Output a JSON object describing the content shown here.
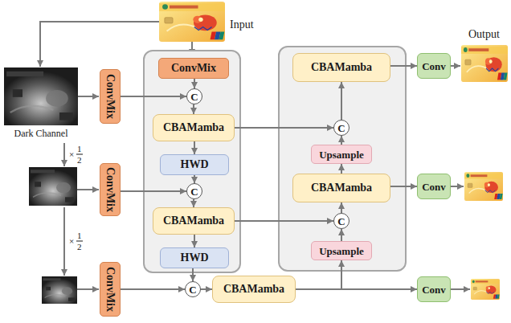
{
  "diagram": {
    "nodes": [
      {
        "text": []
      },
      {
        "text": [
          "ConvMix"
        ],
        "in": 0
      },
      {
        "text": [
          "C"
        ],
        "in": 0
      },
      {
        "text": [
          "CBAMamba"
        ],
        "in": 0
      },
      {
        "text": [
          "HWD"
        ],
        "in": 0
      },
      {
        "text": [
          "C"
        ],
        "in": 0
      },
      {
        "text": [
          "CBAMamba"
        ],
        "in": 0
      },
      {
        "text": [
          "HWD"
        ],
        "in": 0
      },
      {
        "text": []
      },
      {
        "text": [
          "CBAMamba"
        ],
        "in": 8
      },
      {
        "text": [
          "C"
        ],
        "in": 8
      },
      {
        "text": [
          "Upsample"
        ],
        "in": 8
      },
      {
        "text": [
          "CBAMamba"
        ],
        "in": 8
      },
      {
        "text": [
          "C"
        ],
        "in": 8
      },
      {
        "text": [
          "Upsample"
        ],
        "in": 8
      },
      {
        "text": [
          "ConvMix"
        ]
      },
      {
        "text": [
          "ConvMix"
        ]
      },
      {
        "text": [
          "ConvMix"
        ]
      },
      {
        "text": [
          "C"
        ]
      },
      {
        "text": [
          "CBAMamba"
        ]
      },
      {
        "text": [
          "Conv"
        ]
      },
      {
        "text": [
          "Conv"
        ]
      },
      {
        "text": [
          "Conv"
        ]
      }
    ],
    "edges": [
      {
        "from": 1,
        "to": 2,
        "arrow": "to"
      },
      {
        "from": 15,
        "to": 2,
        "arrow": "to"
      },
      {
        "from": 2,
        "to": 3,
        "arrow": "to"
      },
      {
        "from": 3,
        "to": 4,
        "arrow": "to"
      },
      {
        "from": 4,
        "to": 5,
        "arrow": "to"
      },
      {
        "from": 16,
        "to": 5,
        "arrow": "to"
      },
      {
        "from": 5,
        "to": 6,
        "arrow": "to"
      },
      {
        "from": 6,
        "to": 7,
        "arrow": "to"
      },
      {
        "from": 7,
        "to": 18,
        "arrow": "to"
      },
      {
        "from": 17,
        "to": 18,
        "arrow": "to"
      },
      {
        "from": 18,
        "to": 19,
        "arrow": "to"
      },
      {
        "from": 3,
        "to": 10,
        "arrow": "to"
      },
      {
        "from": 10,
        "to": 9,
        "arrow": "to"
      },
      {
        "from": 11,
        "to": 10,
        "arrow": "to"
      },
      {
        "from": 12,
        "to": 11,
        "arrow": "to"
      },
      {
        "from": 6,
        "to": 13,
        "arrow": "to"
      },
      {
        "from": 13,
        "to": 12,
        "arrow": "to"
      },
      {
        "from": 14,
        "to": 13,
        "arrow": "to"
      },
      {
        "from": 19,
        "to": 14,
        "arrow": "to"
      },
      {
        "from": 9,
        "to": 20,
        "arrow": "to"
      },
      {
        "from": 12,
        "to": 21,
        "arrow": "to"
      },
      {
        "from": 19,
        "to": 22,
        "arrow": "to"
      }
    ],
    "labels": [
      "Input",
      "Output",
      "Dark Channel",
      "×",
      "1",
      "2",
      "×",
      "1",
      "2"
    ]
  }
}
